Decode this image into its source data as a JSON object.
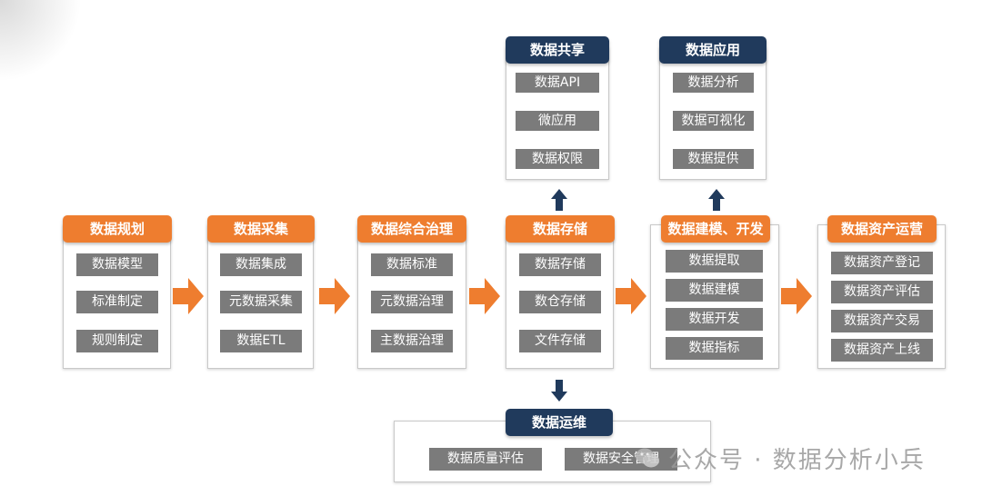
{
  "colors": {
    "orange": "#ee7d2f",
    "navy": "#203a5c",
    "item_gray": "#7b7b7b"
  },
  "stages": [
    {
      "title": "数据规划",
      "items": [
        "数据模型",
        "标准制定",
        "规则制定"
      ]
    },
    {
      "title": "数据采集",
      "items": [
        "数据集成",
        "元数据采集",
        "数据ETL"
      ]
    },
    {
      "title": "数据综合治理",
      "items": [
        "数据标准",
        "元数据治理",
        "主数据治理"
      ]
    },
    {
      "title": "数据存储",
      "items": [
        "数据存储",
        "数仓存储",
        "文件存储"
      ]
    },
    {
      "title": "数据建模、开发",
      "items": [
        "数据提取",
        "数据建模",
        "数据开发",
        "数据指标"
      ]
    },
    {
      "title": "数据资产运营",
      "items": [
        "数据资产登记",
        "数据资产评估",
        "数据资产交易",
        "数据资产上线"
      ]
    }
  ],
  "share": {
    "title": "数据共享",
    "items": [
      "数据API",
      "微应用",
      "数据权限"
    ]
  },
  "apply": {
    "title": "数据应用",
    "items": [
      "数据分析",
      "数据可视化",
      "数据提供"
    ]
  },
  "ops": {
    "title": "数据运维",
    "items": [
      "数据质量评估",
      "数据安全管理"
    ]
  },
  "watermark": {
    "text": "公众号 · 数据分析小兵",
    "logo_icon": "wechat-logo-icon"
  }
}
